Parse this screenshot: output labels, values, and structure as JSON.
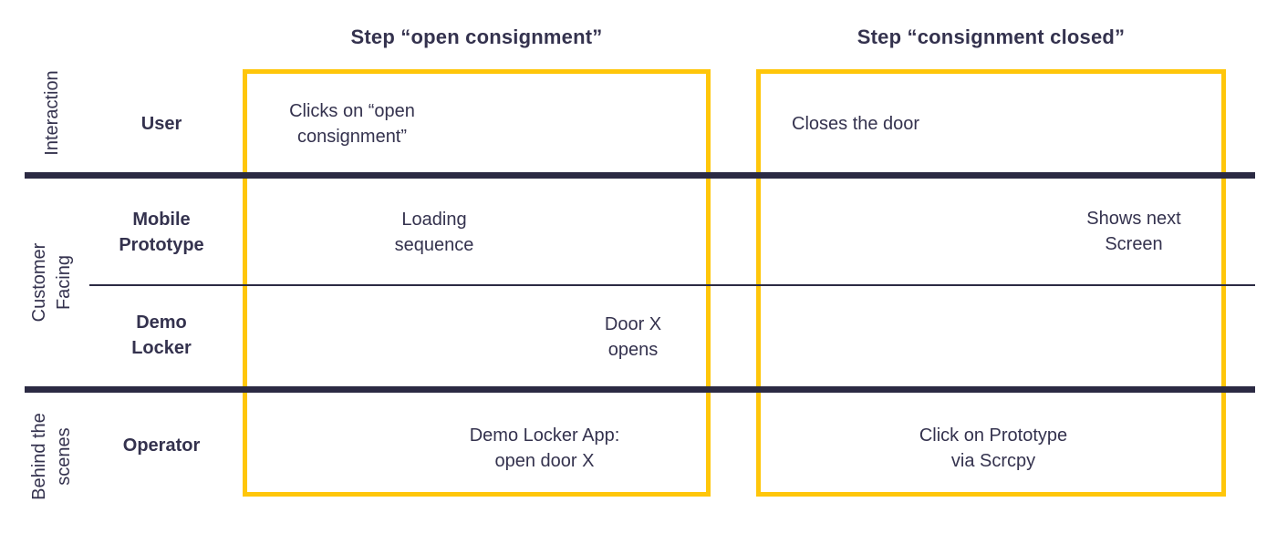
{
  "diagram": {
    "type": "service-blueprint-swimlane",
    "colors": {
      "highlight_yellow": "#ffc60a",
      "line_navy": "#2b2a43",
      "text_navy": "#34324e",
      "background": "#ffffff"
    },
    "step_headers": [
      "Step “open consignment”",
      "Step “consignment closed”"
    ],
    "group_labels": {
      "interaction": "Interaction",
      "customer_facing": "Customer\nFacing",
      "behind_the_scenes": "Behind the\nscenes"
    },
    "row_labels": {
      "user": "User",
      "mobile_prototype": "Mobile\nPrototype",
      "demo_locker": "Demo\nLocker",
      "operator": "Operator"
    },
    "cells": {
      "user_open_consignment": "Clicks on “open\nconsignment”",
      "user_consignment_closed": "Closes the door",
      "mobile_prototype_open_consignment": "Loading\nsequence",
      "mobile_prototype_consignment_closed": "Shows next\nScreen",
      "demo_locker_open_consignment": "Door X\nopens",
      "operator_open_consignment": "Demo Locker App:\nopen door X",
      "operator_consignment_closed": "Click on Prototype\nvia Scrcpy"
    }
  }
}
